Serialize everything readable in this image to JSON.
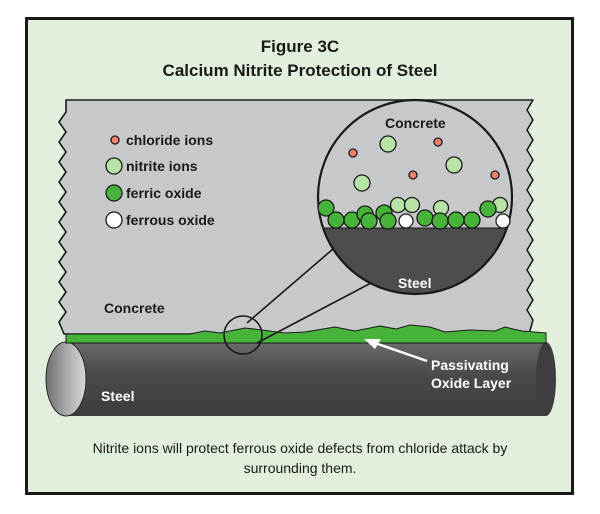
{
  "figure": {
    "title": "Figure 3C",
    "subtitle": "Calcium Nitrite Protection of Steel",
    "caption": "Nitrite ions will protect ferrous oxide defects from chloride attack by surrounding them."
  },
  "legend": {
    "items": [
      {
        "label": "chloride ions",
        "color": "#f07f6c"
      },
      {
        "label": "nitrite ions",
        "color": "#b8e3a6"
      },
      {
        "label": "ferric oxide",
        "color": "#47b33b"
      },
      {
        "label": "ferrous oxide",
        "color": "#ffffff"
      }
    ]
  },
  "labels": {
    "concrete_main": "Concrete",
    "concrete_inset": "Concrete",
    "steel_inset": "Steel",
    "steel_main": "Steel",
    "passivating_line1": "Passivating",
    "passivating_line2": "Oxide Layer"
  },
  "colors": {
    "background": "#e1efdc",
    "concrete": "#c7c8ca",
    "steel": "#4d4d4f",
    "oxide_layer": "#47b33b",
    "chloride": "#f07f6c",
    "nitrite": "#b8e3a6",
    "ferric": "#47b33b",
    "ferrous": "#ffffff"
  }
}
